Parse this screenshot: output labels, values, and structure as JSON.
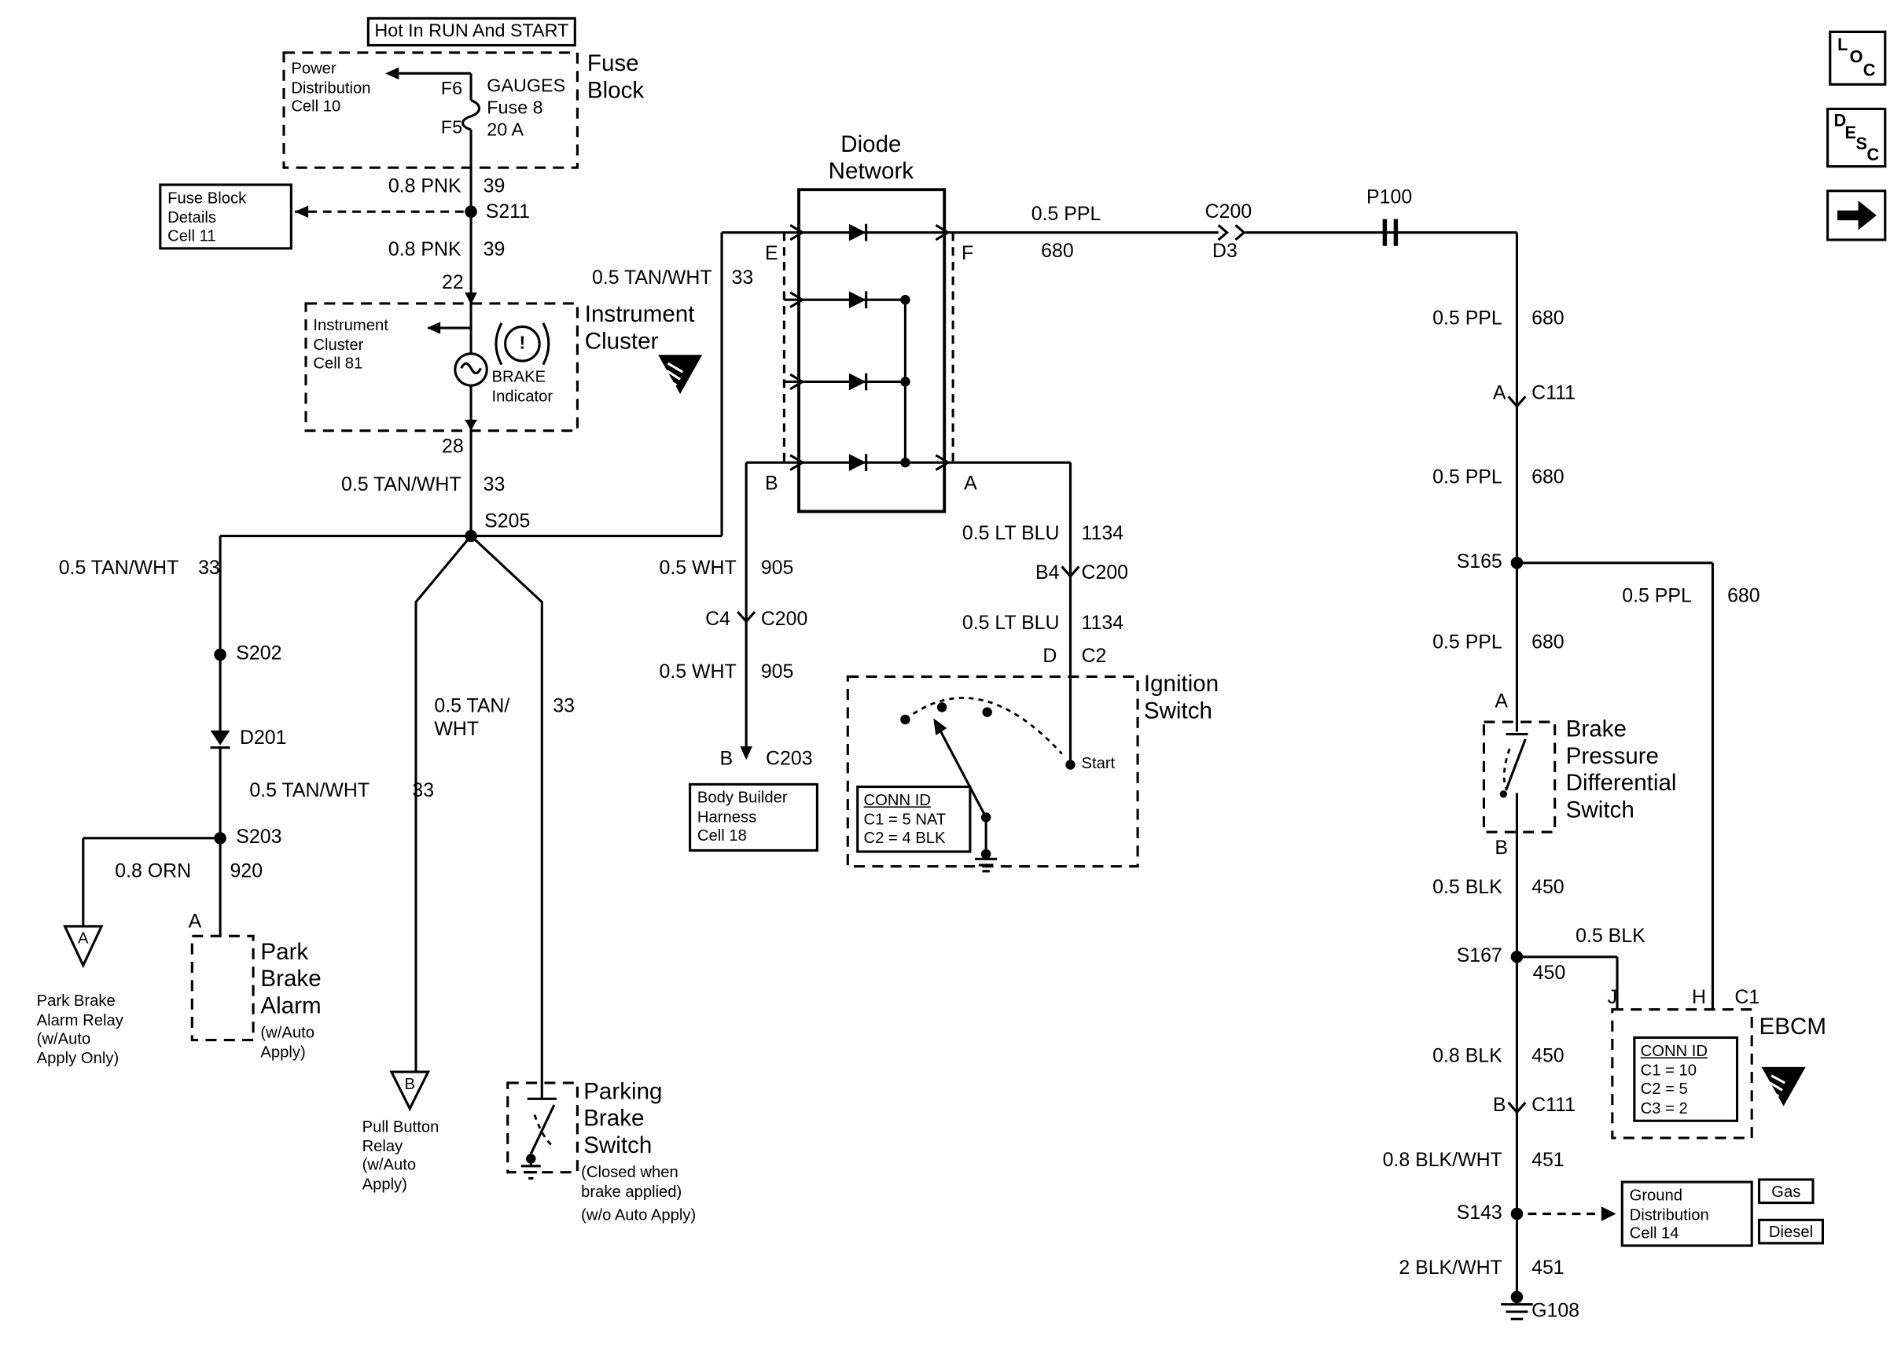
{
  "colors": {
    "ink": "#000000",
    "background": "#ffffff"
  },
  "nav": {
    "loc": [
      "L",
      "O",
      "C"
    ],
    "desc": [
      "D",
      "E",
      "S",
      "C"
    ]
  },
  "header": {
    "hot_label": "Hot In RUN And START"
  },
  "fuse_block": {
    "title": "Fuse\nBlock",
    "power_dist_ref": "Power\nDistribution\nCell 10",
    "f6": "F6",
    "f5": "F5",
    "fuse_info": "GAUGES\nFuse 8\n20 A"
  },
  "fuse_details_ref": "Fuse Block\nDetails\nCell 11",
  "splices": {
    "s211": "S211",
    "s205": "S205",
    "s202": "S202",
    "s203": "S203",
    "s165": "S165",
    "s167": "S167",
    "s143": "S143",
    "d201": "D201",
    "g108": "G108"
  },
  "wires": {
    "pnk_a": {
      "gauge": "0.8 PNK",
      "ckt": "39"
    },
    "pnk_b": {
      "gauge": "0.8 PNK",
      "ckt": "39"
    },
    "pin_22": "22",
    "pin_28": "28",
    "tan_below_cluster": {
      "gauge": "0.5 TAN/WHT",
      "ckt": "33"
    },
    "tan_left": {
      "gauge": "0.5 TAN/WHT",
      "ckt": "33"
    },
    "tan_mid": {
      "gauge": "0.5 TAN/WHT",
      "ckt": "33"
    },
    "tan_branch": {
      "gauge": "0.5 TAN/\nWHT",
      "ckt": "33"
    },
    "tan_diode": {
      "gauge": "0.5 TAN/WHT",
      "ckt": "33"
    },
    "orn": {
      "gauge": "0.8 ORN",
      "ckt": "920"
    },
    "ppl_top": {
      "gauge": "0.5 PPL",
      "ckt": "680"
    },
    "ppl_1": {
      "gauge": "0.5 PPL",
      "ckt": "680"
    },
    "ppl_2": {
      "gauge": "0.5 PPL",
      "ckt": "680"
    },
    "ppl_branch": {
      "gauge": "0.5 PPL",
      "ckt": "680"
    },
    "ppl_3": {
      "gauge": "0.5 PPL",
      "ckt": "680"
    },
    "blk_1": {
      "gauge": "0.5 BLK",
      "ckt": "450"
    },
    "blk_branch": {
      "gauge": "0.5 BLK",
      "ckt": "450"
    },
    "blk_2": {
      "gauge": "0.8 BLK",
      "ckt": "450"
    },
    "blkwht_1": {
      "gauge": "0.8 BLK/WHT",
      "ckt": "451"
    },
    "blkwht_2": {
      "gauge": "2 BLK/WHT",
      "ckt": "451"
    },
    "wht_1": {
      "gauge": "0.5 WHT",
      "ckt": "905"
    },
    "wht_2": {
      "gauge": "0.5 WHT",
      "ckt": "905"
    },
    "ltblu_1": {
      "gauge": "0.5 LT BLU",
      "ckt": "1134"
    },
    "ltblu_2": {
      "gauge": "0.5 LT BLU",
      "ckt": "1134"
    }
  },
  "connectors": {
    "c200_top": {
      "name": "C200",
      "pin": "D3"
    },
    "p100": {
      "name": "P100"
    },
    "c111_a": {
      "pin": "A",
      "name": "C111"
    },
    "c111_b": {
      "pin": "B",
      "name": "C111"
    },
    "c200_c4": {
      "pin": "C4",
      "name": "C200"
    },
    "c203_b": {
      "pin": "B",
      "name": "C203"
    },
    "c200_b4": {
      "pin": "B4",
      "name": "C200"
    },
    "c2_d": {
      "pin": "D",
      "name": "C2"
    }
  },
  "instrument_cluster": {
    "title": "Instrument\nCluster",
    "cell_ref": "Instrument\nCluster\nCell 81",
    "indicator": "BRAKE\nIndicator",
    "warning_glyph": "!"
  },
  "diode_network": {
    "title": "Diode\nNetwork",
    "pin_e": "E",
    "pin_f": "F",
    "pin_b": "B",
    "pin_a": "A"
  },
  "ignition_switch": {
    "title": "Ignition\nSwitch",
    "start_label": "Start",
    "conn_id_title": "CONN ID",
    "conn_rows": [
      "C1 = 5 NAT",
      "C2 = 4 BLK"
    ]
  },
  "bpds": {
    "title": "Brake\nPressure\nDifferential\nSwitch",
    "pin_a": "A",
    "pin_b": "B"
  },
  "ebcm": {
    "title": "EBCM",
    "pin_j": "J",
    "pin_h": "H",
    "pin_c1": "C1",
    "conn_id_title": "CONN ID",
    "conn_rows": [
      "C1 = 10",
      "C2 = 5",
      "C3 = 2"
    ]
  },
  "body_builder_ref": "Body Builder\nHarness\nCell 18",
  "ground_dist": {
    "ref": "Ground\nDistribution\nCell 14",
    "gas": "Gas",
    "diesel": "Diesel"
  },
  "park_brake_alarm_relay": {
    "pin": "A",
    "label": "Park Brake\nAlarm Relay\n(w/Auto\nApply Only)"
  },
  "park_brake_alarm": {
    "pin": "A",
    "title": "Park\nBrake\nAlarm",
    "note": "(w/Auto\nApply)"
  },
  "pull_button_relay": {
    "pin": "B",
    "label": "Pull Button\nRelay\n(w/Auto\nApply)"
  },
  "parking_brake_switch": {
    "title": "Parking\nBrake\nSwitch",
    "note1": "(Closed when\nbrake applied)",
    "note2": "(w/o Auto Apply)"
  }
}
